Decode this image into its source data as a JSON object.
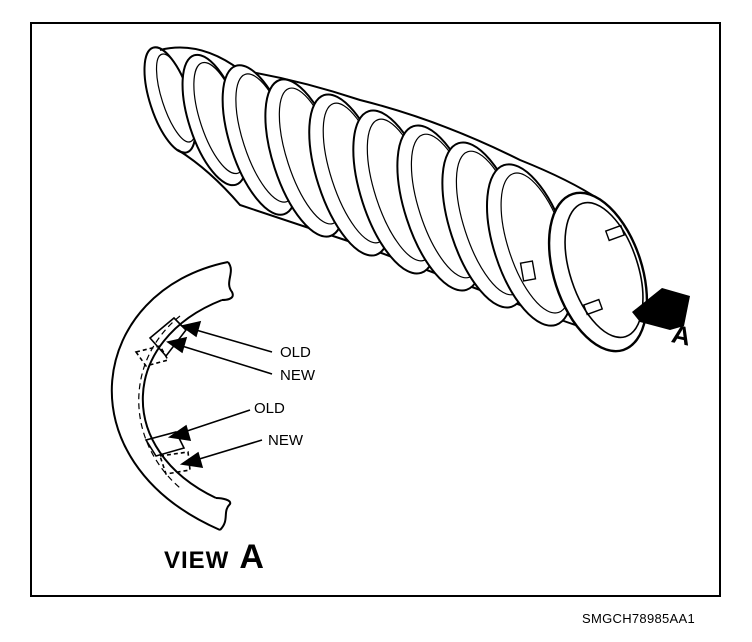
{
  "figure": {
    "view_title_word": "VIEW",
    "view_title_letter": "A",
    "arrow_letter": "A",
    "figure_id": "SMGCH78985AA1"
  },
  "callouts": [
    {
      "id": "upper-old",
      "text": "OLD"
    },
    {
      "id": "upper-new",
      "text": "NEW"
    },
    {
      "id": "lower-old",
      "text": "OLD"
    },
    {
      "id": "lower-new",
      "text": "NEW"
    }
  ],
  "colors": {
    "ink": "#000000",
    "paper": "#ffffff"
  },
  "icons": {
    "view-arrow": "solid-arrow-pointing-up-left",
    "boot": "bellows-boot"
  }
}
